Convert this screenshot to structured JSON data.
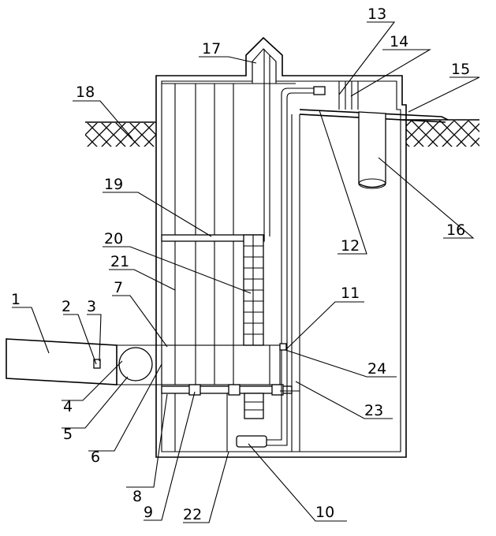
{
  "diagram": {
    "labels": [
      "1",
      "2",
      "3",
      "4",
      "5",
      "6",
      "7",
      "8",
      "9",
      "10",
      "11",
      "12",
      "13",
      "14",
      "15",
      "16",
      "17",
      "18",
      "19",
      "20",
      "21",
      "22",
      "23",
      "24"
    ]
  }
}
